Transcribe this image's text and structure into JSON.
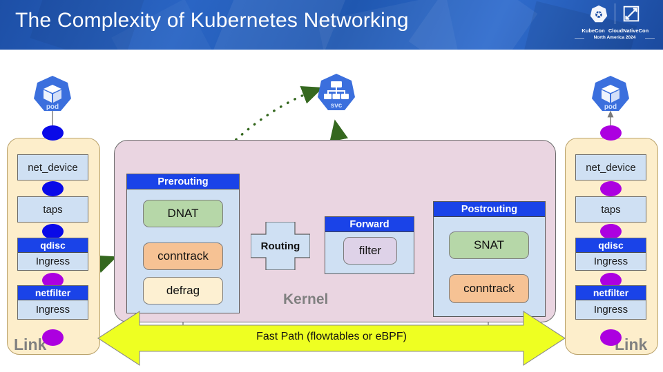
{
  "header": {
    "title": "The Complexity of Kubernetes Networking",
    "logo": {
      "kubecon": "KubeCon",
      "cloudnativecon": "CloudNativeCon",
      "subtitle": "North America 2024",
      "mark_left": "kubernetes-wheel-icon",
      "mark_right": "cncf-diagonal-icon"
    },
    "bg_color": "#2159ae",
    "title_color": "#ffffff"
  },
  "colors": {
    "link_panel": "#fdeecb",
    "kernel_panel": "#ead5e1",
    "hook_header": "#1a43e8",
    "hook_body": "#cfe0f3",
    "nat_chip": "#b6d7a8",
    "conntrack_chip": "#f6c294",
    "defrag_chip": "#fdf0d2",
    "filter_chip": "#ded2e8",
    "fastpath": "#eeff22",
    "dot_blue": "#0a0ae8",
    "dot_purple": "#ac00e0",
    "svc_flow": "#35681f"
  },
  "left_link": {
    "label": "Link",
    "pod": {
      "icon": "kubernetes-pod-icon",
      "caption": "pod"
    },
    "stack": [
      {
        "name": "net_device",
        "title": null,
        "sub": "net_device"
      },
      {
        "name": "taps",
        "title": null,
        "sub": "taps"
      },
      {
        "name": "qdisc",
        "title": "qdisc",
        "sub": "Ingress"
      },
      {
        "name": "netfilter",
        "title": "netfilter",
        "sub": "Ingress"
      }
    ],
    "dots": [
      "blue",
      "blue",
      "blue",
      "purple",
      "purple"
    ]
  },
  "right_link": {
    "label": "Link",
    "pod": {
      "icon": "kubernetes-pod-icon",
      "caption": "pod"
    },
    "stack": [
      {
        "name": "net_device",
        "title": null,
        "sub": "net_device"
      },
      {
        "name": "taps",
        "title": null,
        "sub": "taps"
      },
      {
        "name": "qdisc",
        "title": "qdisc",
        "sub": "Ingress"
      },
      {
        "name": "netfilter",
        "title": "netfilter",
        "sub": "Ingress"
      }
    ],
    "dots": [
      "purple",
      "purple",
      "purple",
      "purple",
      "purple"
    ]
  },
  "kernel": {
    "label": "Kernel",
    "prerouting": {
      "title": "Prerouting",
      "chips": [
        "DNAT",
        "conntrack",
        "defrag"
      ]
    },
    "routing": {
      "title": "Routing"
    },
    "forward": {
      "title": "Forward",
      "chips": [
        "filter"
      ]
    },
    "postrouting": {
      "title": "Postrouting",
      "chips": [
        "SNAT",
        "conntrack"
      ]
    }
  },
  "service": {
    "icon": "kubernetes-service-icon",
    "caption": "svc"
  },
  "fast_path": {
    "label": "Fast Path (flowtables or eBPF)",
    "direction": "bidirectional"
  }
}
